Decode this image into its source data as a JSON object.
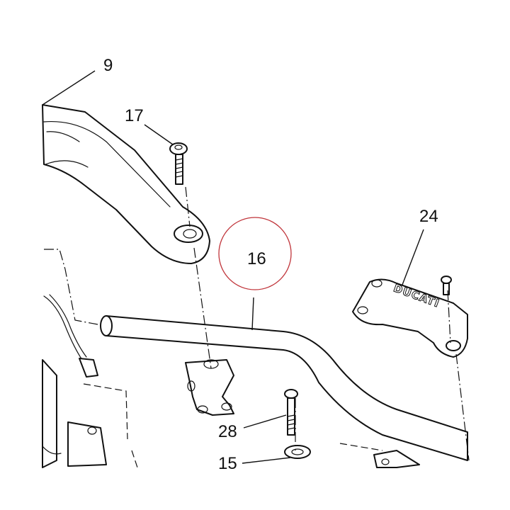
{
  "callouts": {
    "c9": "9",
    "c17": "17",
    "c16": "16",
    "c24": "24",
    "c28": "28",
    "c15": "15"
  },
  "emblem": "DUCATI",
  "highlight_color": "#c0343a",
  "line_color": "#111111"
}
